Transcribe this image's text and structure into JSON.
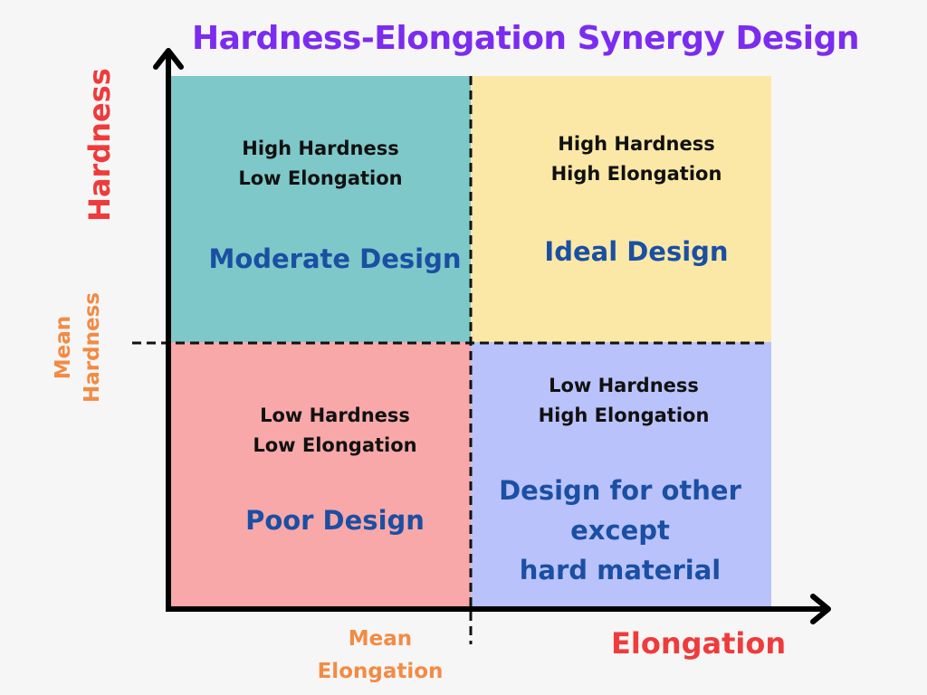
{
  "title": "Hardness-Elongation Synergy Design",
  "axes": {
    "y_label": "Hardness",
    "x_label": "Elongation",
    "y_reference": [
      "Mean",
      "Hardness"
    ],
    "x_reference": [
      "Mean",
      "Elongation"
    ]
  },
  "quadrants": {
    "top_left": {
      "conditions": [
        "High Hardness",
        "Low Elongation"
      ],
      "label": [
        "Moderate Design"
      ],
      "color": "#7ec8c9"
    },
    "top_right": {
      "conditions": [
        "High Hardness",
        "High Elongation"
      ],
      "label": [
        "Ideal Design"
      ],
      "color": "#fbe8a6"
    },
    "bottom_left": {
      "conditions": [
        "Low Hardness",
        "Low Elongation"
      ],
      "label": [
        "Poor Design"
      ],
      "color": "#f8a8a8"
    },
    "bottom_right": {
      "conditions": [
        "Low Hardness",
        "High Elongation"
      ],
      "label": [
        "Design for other",
        "except",
        "hard material"
      ],
      "color": "#b9c2fb"
    }
  },
  "colors": {
    "title": "#7b2cf0",
    "axis_label": "#ef3b3b",
    "mean_label": "#f28b45",
    "design_label": "#1a4fa3"
  }
}
